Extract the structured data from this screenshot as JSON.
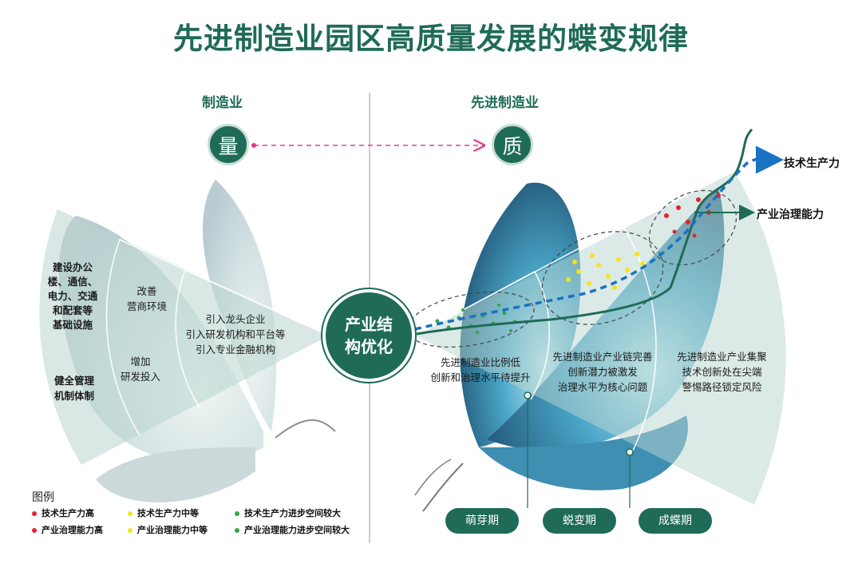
{
  "title": "先进制造业园区高质量发展的蝶变规律",
  "left": {
    "heading": "制造业",
    "badge": "量",
    "ring1": [
      "建设办公",
      "楼、通信、",
      "电力、交通",
      "和配套等",
      "基础设施"
    ],
    "ring1b": [
      "健全管理",
      "机制体制"
    ],
    "ring2a": [
      "改善",
      "营商环境"
    ],
    "ring2b": [
      "增加",
      "研发投入"
    ],
    "ring3": [
      "引入龙头企业",
      "引入研发机构和平台等",
      "引入专业金融机构"
    ]
  },
  "right": {
    "heading": "先进制造业",
    "badge": "质"
  },
  "center": [
    "产业结",
    "构优化"
  ],
  "arrows": {
    "tech": "技术生产力",
    "gov": "产业治理能力"
  },
  "phases": [
    {
      "name": "萌芽期",
      "desc": [
        "先进制造业比例低",
        "创新和治理水平待提升"
      ]
    },
    {
      "name": "蜕变期",
      "desc": [
        "先进制造业产业链完善",
        "创新潜力被激发",
        "治理水平为核心问题"
      ]
    },
    {
      "name": "成蝶期",
      "desc": [
        "先进制造业产业集聚",
        "技术创新处在尖端",
        "警惕路径锁定风险"
      ]
    }
  ],
  "legend": {
    "title": "图例",
    "items": [
      {
        "text": "技术生产力高",
        "color": "#e8212a"
      },
      {
        "text": "技术生产力中等",
        "color": "#f2e51c"
      },
      {
        "text": "技术生产力进步空间较大",
        "color": "#2ea84a"
      },
      {
        "text": "产业治理能力高",
        "color": "#e8212a"
      },
      {
        "text": "产业治理能力中等",
        "color": "#f2e51c"
      },
      {
        "text": "产业治理能力进步空间较大",
        "color": "#2ea84a"
      }
    ]
  },
  "colors": {
    "primary": "#1f6b57",
    "tech_line": "#1a72c2",
    "wing_blue": "#4aa6c8",
    "fan": "#b9d6cf"
  }
}
